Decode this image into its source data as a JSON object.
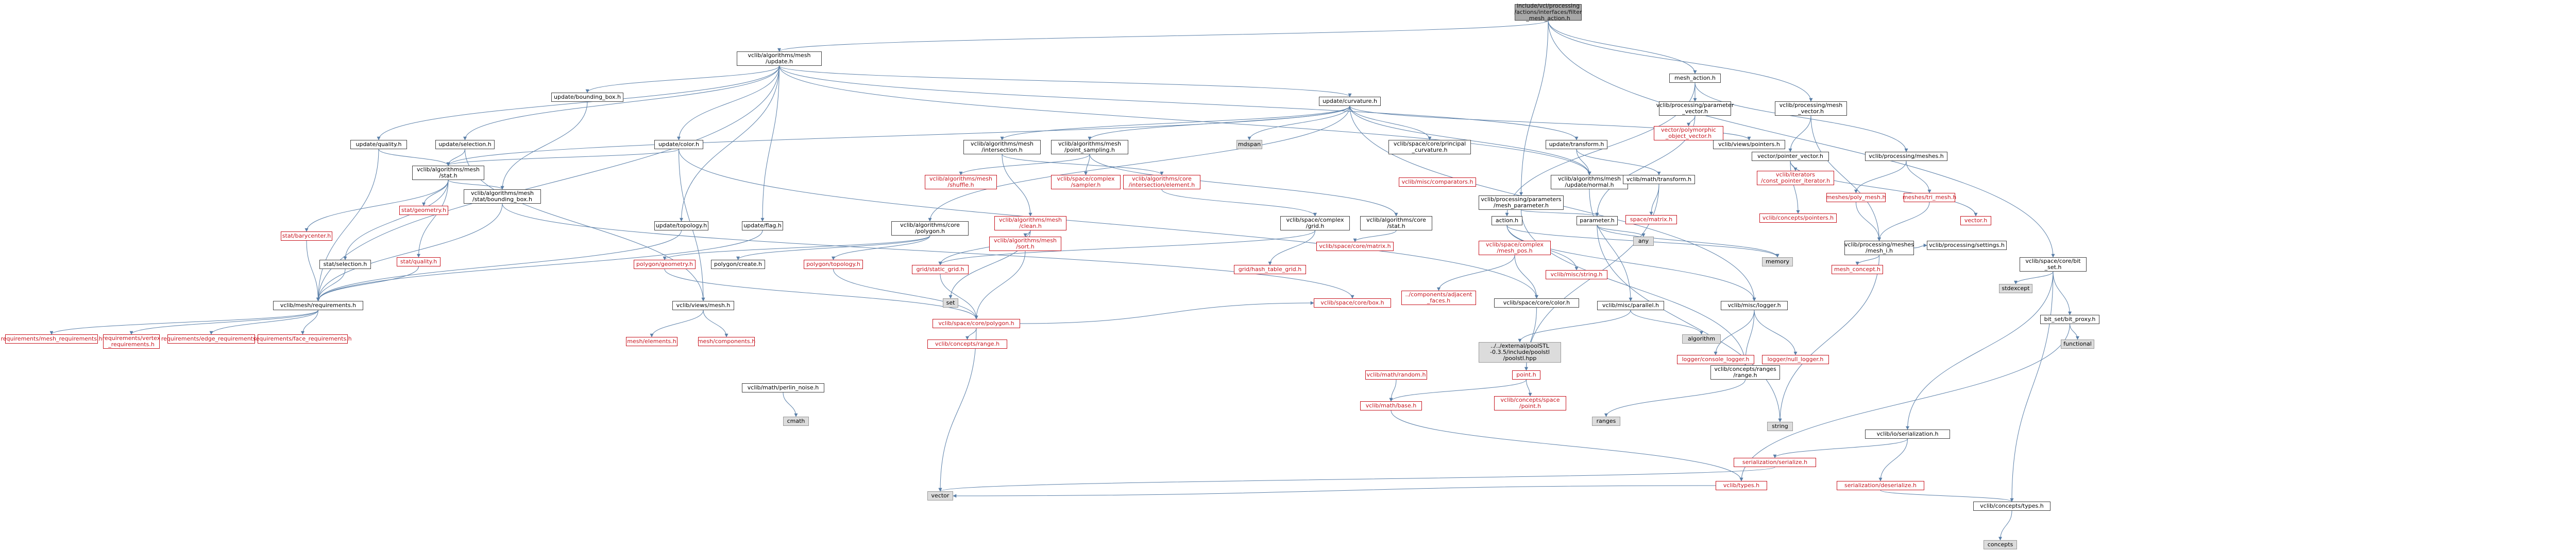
{
  "title": "include/vcl/processing/actions/interfaces/filter_mesh_action.h",
  "nodes": [
    {
      "id": "root",
      "label": "include/vcl/processing\n/actions/interfaces/filter\n_mesh_action.h",
      "type": "root"
    },
    {
      "id": "upd",
      "label": "vclib/algorithms/mesh\n/update.h",
      "type": "white"
    },
    {
      "id": "mesh_action",
      "label": "mesh_action.h",
      "type": "white"
    },
    {
      "id": "proc_param_vector",
      "label": "vclib/processing/parameter\n_vector.h",
      "type": "white"
    },
    {
      "id": "poly_obj_vector",
      "label": "vector/polymorphic\n_object_vector.h",
      "type": "red"
    },
    {
      "id": "proc_mesh_vector",
      "label": "vclib/processing/mesh\n_vector.h",
      "type": "white"
    },
    {
      "id": "vector_ptr_vector",
      "label": "vector/pointer_vector.h",
      "type": "white"
    },
    {
      "id": "proc_meshes",
      "label": "vclib/processing/meshes.h",
      "type": "white"
    },
    {
      "id": "iter_const_ptr",
      "label": "vclib/iterators\n/const_pointer_iterator.h",
      "type": "red"
    },
    {
      "id": "meshes_poly",
      "label": "meshes/poly_mesh.h",
      "type": "red"
    },
    {
      "id": "meshes_tri",
      "label": "meshes/tri_mesh.h",
      "type": "red"
    },
    {
      "id": "vector_h",
      "label": "vector.h",
      "type": "red"
    },
    {
      "id": "concepts_pointers",
      "label": "vclib/concepts/pointers.h",
      "type": "red"
    },
    {
      "id": "proc_params_mesh",
      "label": "vclib/processing/parameters\n/mesh_parameter.h",
      "type": "white"
    },
    {
      "id": "action_h",
      "label": "action.h",
      "type": "white"
    },
    {
      "id": "parameter_h",
      "label": "parameter.h",
      "type": "white"
    },
    {
      "id": "any",
      "label": "any",
      "type": "sys"
    },
    {
      "id": "proc_meshes_mesh_i",
      "label": "vclib/processing/meshes\n/mesh_i.h",
      "type": "white"
    },
    {
      "id": "proc_settings",
      "label": "vclib/processing/settings.h",
      "type": "white"
    },
    {
      "id": "mesh_concept",
      "label": "mesh_concept.h",
      "type": "red"
    },
    {
      "id": "memory",
      "label": "memory",
      "type": "sys"
    },
    {
      "id": "space_core_bit_set",
      "label": "vclib/space/core/bit\n_set.h",
      "type": "white"
    },
    {
      "id": "stdexcept",
      "label": "stdexcept",
      "type": "sys"
    },
    {
      "id": "bit_proxy",
      "label": "bit_set/bit_proxy.h",
      "type": "white"
    },
    {
      "id": "functional",
      "label": "functional",
      "type": "sys"
    },
    {
      "id": "upd_quality",
      "label": "update/quality.h",
      "type": "white"
    },
    {
      "id": "upd_selection",
      "label": "update/selection.h",
      "type": "white"
    },
    {
      "id": "upd_bbox",
      "label": "update/bounding_box.h",
      "type": "white"
    },
    {
      "id": "upd_color",
      "label": "update/color.h",
      "type": "white"
    },
    {
      "id": "upd_curvature",
      "label": "update/curvature.h",
      "type": "white"
    },
    {
      "id": "upd_transform",
      "label": "update/transform.h",
      "type": "white"
    },
    {
      "id": "upd_topology",
      "label": "update/topology.h",
      "type": "white"
    },
    {
      "id": "upd_flag",
      "label": "update/flag.h",
      "type": "white"
    },
    {
      "id": "alg_mesh_stat",
      "label": "vclib/algorithms/mesh\n/stat.h",
      "type": "white"
    },
    {
      "id": "alg_mesh_stat_bbox",
      "label": "vclib/algorithms/mesh\n/stat/bounding_box.h",
      "type": "white"
    },
    {
      "id": "stat_geometry",
      "label": "stat/geometry.h",
      "type": "red"
    },
    {
      "id": "stat_barycenter",
      "label": "stat/barycenter.h",
      "type": "red"
    },
    {
      "id": "stat_selection",
      "label": "stat/selection.h",
      "type": "white"
    },
    {
      "id": "stat_quality",
      "label": "stat/quality.h",
      "type": "red"
    },
    {
      "id": "mesh_requirements",
      "label": "vclib/mesh/requirements.h",
      "type": "white"
    },
    {
      "id": "req_mesh",
      "label": "requirements/mesh_requirements.h",
      "type": "red"
    },
    {
      "id": "req_vertex",
      "label": "requirements/vertex\n_requirements.h",
      "type": "red"
    },
    {
      "id": "req_edge",
      "label": "requirements/edge_requirements.h",
      "type": "red"
    },
    {
      "id": "req_face",
      "label": "requirements/face_requirements.h",
      "type": "red"
    },
    {
      "id": "alg_mesh_intersection",
      "label": "vclib/algorithms/mesh\n/intersection.h",
      "type": "white"
    },
    {
      "id": "alg_mesh_point_sampling",
      "label": "vclib/algorithms/mesh\n/point_sampling.h",
      "type": "white"
    },
    {
      "id": "mdspan",
      "label": "mdspan",
      "type": "sys"
    },
    {
      "id": "alg_mesh_shuffle",
      "label": "vclib/algorithms/mesh\n/shuffle.h",
      "type": "red"
    },
    {
      "id": "space_complex_sampler",
      "label": "vclib/space/complex\n/sampler.h",
      "type": "red"
    },
    {
      "id": "alg_core_intersection",
      "label": "vclib/algorithms/core\n/intersection/element.h",
      "type": "red"
    },
    {
      "id": "space_core_principal_curv",
      "label": "vclib/space/core/principal\n_curvature.h",
      "type": "white"
    },
    {
      "id": "alg_mesh_update_normal",
      "label": "vclib/algorithms/mesh\n/update/normal.h",
      "type": "white"
    },
    {
      "id": "math_transform",
      "label": "vclib/math/transform.h",
      "type": "white"
    },
    {
      "id": "space_matrix",
      "label": "space/matrix.h",
      "type": "red"
    },
    {
      "id": "misc_comparators",
      "label": "vclib/misc/comparators.h",
      "type": "red"
    },
    {
      "id": "views_pointers",
      "label": "vclib/views/pointers.h",
      "type": "white"
    },
    {
      "id": "alg_core_polygon",
      "label": "vclib/algorithms/core\n/polygon.h",
      "type": "white"
    },
    {
      "id": "alg_mesh_clean",
      "label": "vclib/algorithms/mesh\n/clean.h",
      "type": "red"
    },
    {
      "id": "space_complex_grid",
      "label": "vclib/space/complex\n/grid.h",
      "type": "white"
    },
    {
      "id": "alg_core_stat",
      "label": "vclib/algorithms/core\n/stat.h",
      "type": "white"
    },
    {
      "id": "polygon_geometry",
      "label": "polygon/geometry.h",
      "type": "red"
    },
    {
      "id": "polygon_create",
      "label": "polygon/create.h",
      "type": "white"
    },
    {
      "id": "polygon_topology",
      "label": "polygon/topology.h",
      "type": "red"
    },
    {
      "id": "grid_static_grid",
      "label": "grid/static_grid.h",
      "type": "red"
    },
    {
      "id": "alg_mesh_sort",
      "label": "vclib/algorithms/mesh\n/sort.h",
      "type": "red"
    },
    {
      "id": "grid_hash_table",
      "label": "grid/hash_table_grid.h",
      "type": "red"
    },
    {
      "id": "space_core_matrix",
      "label": "vclib/space/core/matrix.h",
      "type": "red"
    },
    {
      "id": "space_complex_mesh_pos",
      "label": "vclib/space/complex\n/mesh_pos.h",
      "type": "red"
    },
    {
      "id": "set",
      "label": "set",
      "type": "sys"
    },
    {
      "id": "views_mesh",
      "label": "vclib/views/mesh.h",
      "type": "white"
    },
    {
      "id": "mesh_elements",
      "label": "mesh/elements.h",
      "type": "red"
    },
    {
      "id": "mesh_components",
      "label": "mesh/components.h",
      "type": "red"
    },
    {
      "id": "space_core_polygon",
      "label": "vclib/space/core/polygon.h",
      "type": "red"
    },
    {
      "id": "space_core_box",
      "label": "vclib/space/core/box.h",
      "type": "red"
    },
    {
      "id": "components_adj_faces",
      "label": "../components/adjacent\n_faces.h",
      "type": "red"
    },
    {
      "id": "space_core_color",
      "label": "vclib/space/core/color.h",
      "type": "white"
    },
    {
      "id": "misc_parallel",
      "label": "vclib/misc/parallel.h",
      "type": "white"
    },
    {
      "id": "misc_logger",
      "label": "vclib/misc/logger.h",
      "type": "white"
    },
    {
      "id": "misc_string",
      "label": "vclib/misc/string.h",
      "type": "red"
    },
    {
      "id": "concepts_range",
      "label": "vclib/concepts/range.h",
      "type": "red"
    },
    {
      "id": "algorithm",
      "label": "algorithm",
      "type": "sys"
    },
    {
      "id": "external_poolstl",
      "label": "../../external/poolSTL\n-0.3.5/include/poolstl\n/poolstl.hpp",
      "type": "sys"
    },
    {
      "id": "logger_console",
      "label": "logger/console_logger.h",
      "type": "red"
    },
    {
      "id": "logger_null",
      "label": "logger/null_logger.h",
      "type": "red"
    },
    {
      "id": "math_random",
      "label": "vclib/math/random.h",
      "type": "red"
    },
    {
      "id": "point_h",
      "label": "point.h",
      "type": "red"
    },
    {
      "id": "concepts_ranges_range",
      "label": "vclib/concepts/ranges\n/range.h",
      "type": "white"
    },
    {
      "id": "math_base",
      "label": "vclib/math/base.h",
      "type": "red"
    },
    {
      "id": "concepts_space_point",
      "label": "vclib/concepts/space\n/point.h",
      "type": "red"
    },
    {
      "id": "ranges",
      "label": "ranges",
      "type": "sys"
    },
    {
      "id": "string",
      "label": "string",
      "type": "sys"
    },
    {
      "id": "math_perlin",
      "label": "vclib/math/perlin_noise.h",
      "type": "white"
    },
    {
      "id": "cmath",
      "label": "cmath",
      "type": "sys"
    },
    {
      "id": "types_h",
      "label": "vclib/types.h",
      "type": "red"
    },
    {
      "id": "vector_sys",
      "label": "vector",
      "type": "sys"
    },
    {
      "id": "io_serialization",
      "label": "vclib/io/serialization.h",
      "type": "white"
    },
    {
      "id": "serialization_serialize",
      "label": "serialization/serialize.h",
      "type": "red"
    },
    {
      "id": "serialization_deserialize",
      "label": "serialization/deserialize.h",
      "type": "red"
    },
    {
      "id": "concepts_types",
      "label": "vclib/concepts/types.h",
      "type": "white"
    },
    {
      "id": "concepts",
      "label": "concepts",
      "type": "sys"
    }
  ]
}
